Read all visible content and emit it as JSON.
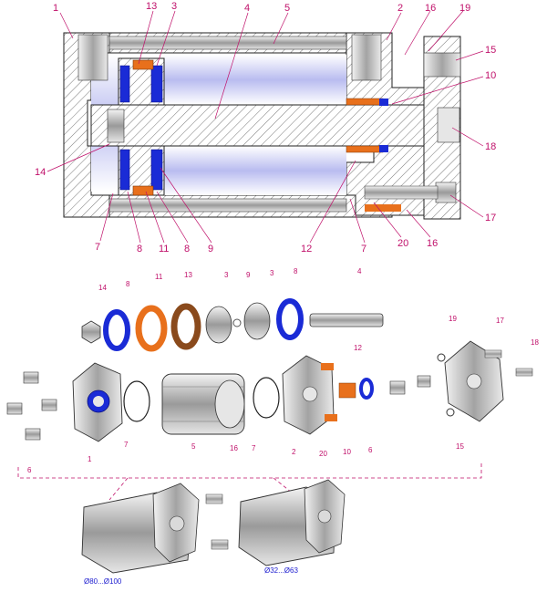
{
  "section_callouts": {
    "n1": "1",
    "n13": "13",
    "n3": "3",
    "n4": "4",
    "n5": "5",
    "n2": "2",
    "n16a": "16",
    "n19": "19",
    "n15": "15",
    "n10": "10",
    "n18": "18",
    "n14": "14",
    "n17": "17",
    "n7a": "7",
    "n8a": "8",
    "n11": "11",
    "n8b": "8",
    "n9": "9",
    "n12": "12",
    "n7b": "7",
    "n20": "20",
    "n16b": "16"
  },
  "exploded_callouts": {
    "n14": "14",
    "n8a": "8",
    "n11": "11",
    "n13": "13",
    "n3a": "3",
    "n9": "9",
    "n3b": "3",
    "n8b": "8",
    "n4": "4",
    "n19": "19",
    "n17": "17",
    "n18": "18",
    "n12": "12",
    "n6a": "6",
    "n1": "1",
    "n7a": "7",
    "n5": "5",
    "n16": "16",
    "n7b": "7",
    "n2": "2",
    "n20": "20",
    "n10": "10",
    "n6b": "6",
    "n15": "15"
  },
  "variants": {
    "large_bore": "Ø80...Ø100",
    "small_bore": "Ø32...Ø63"
  },
  "colors": {
    "seal_blue": "#1a2bd6",
    "bronze": "#e8701c",
    "callout": "#c0106a",
    "dimension": "#1c1ccf"
  }
}
